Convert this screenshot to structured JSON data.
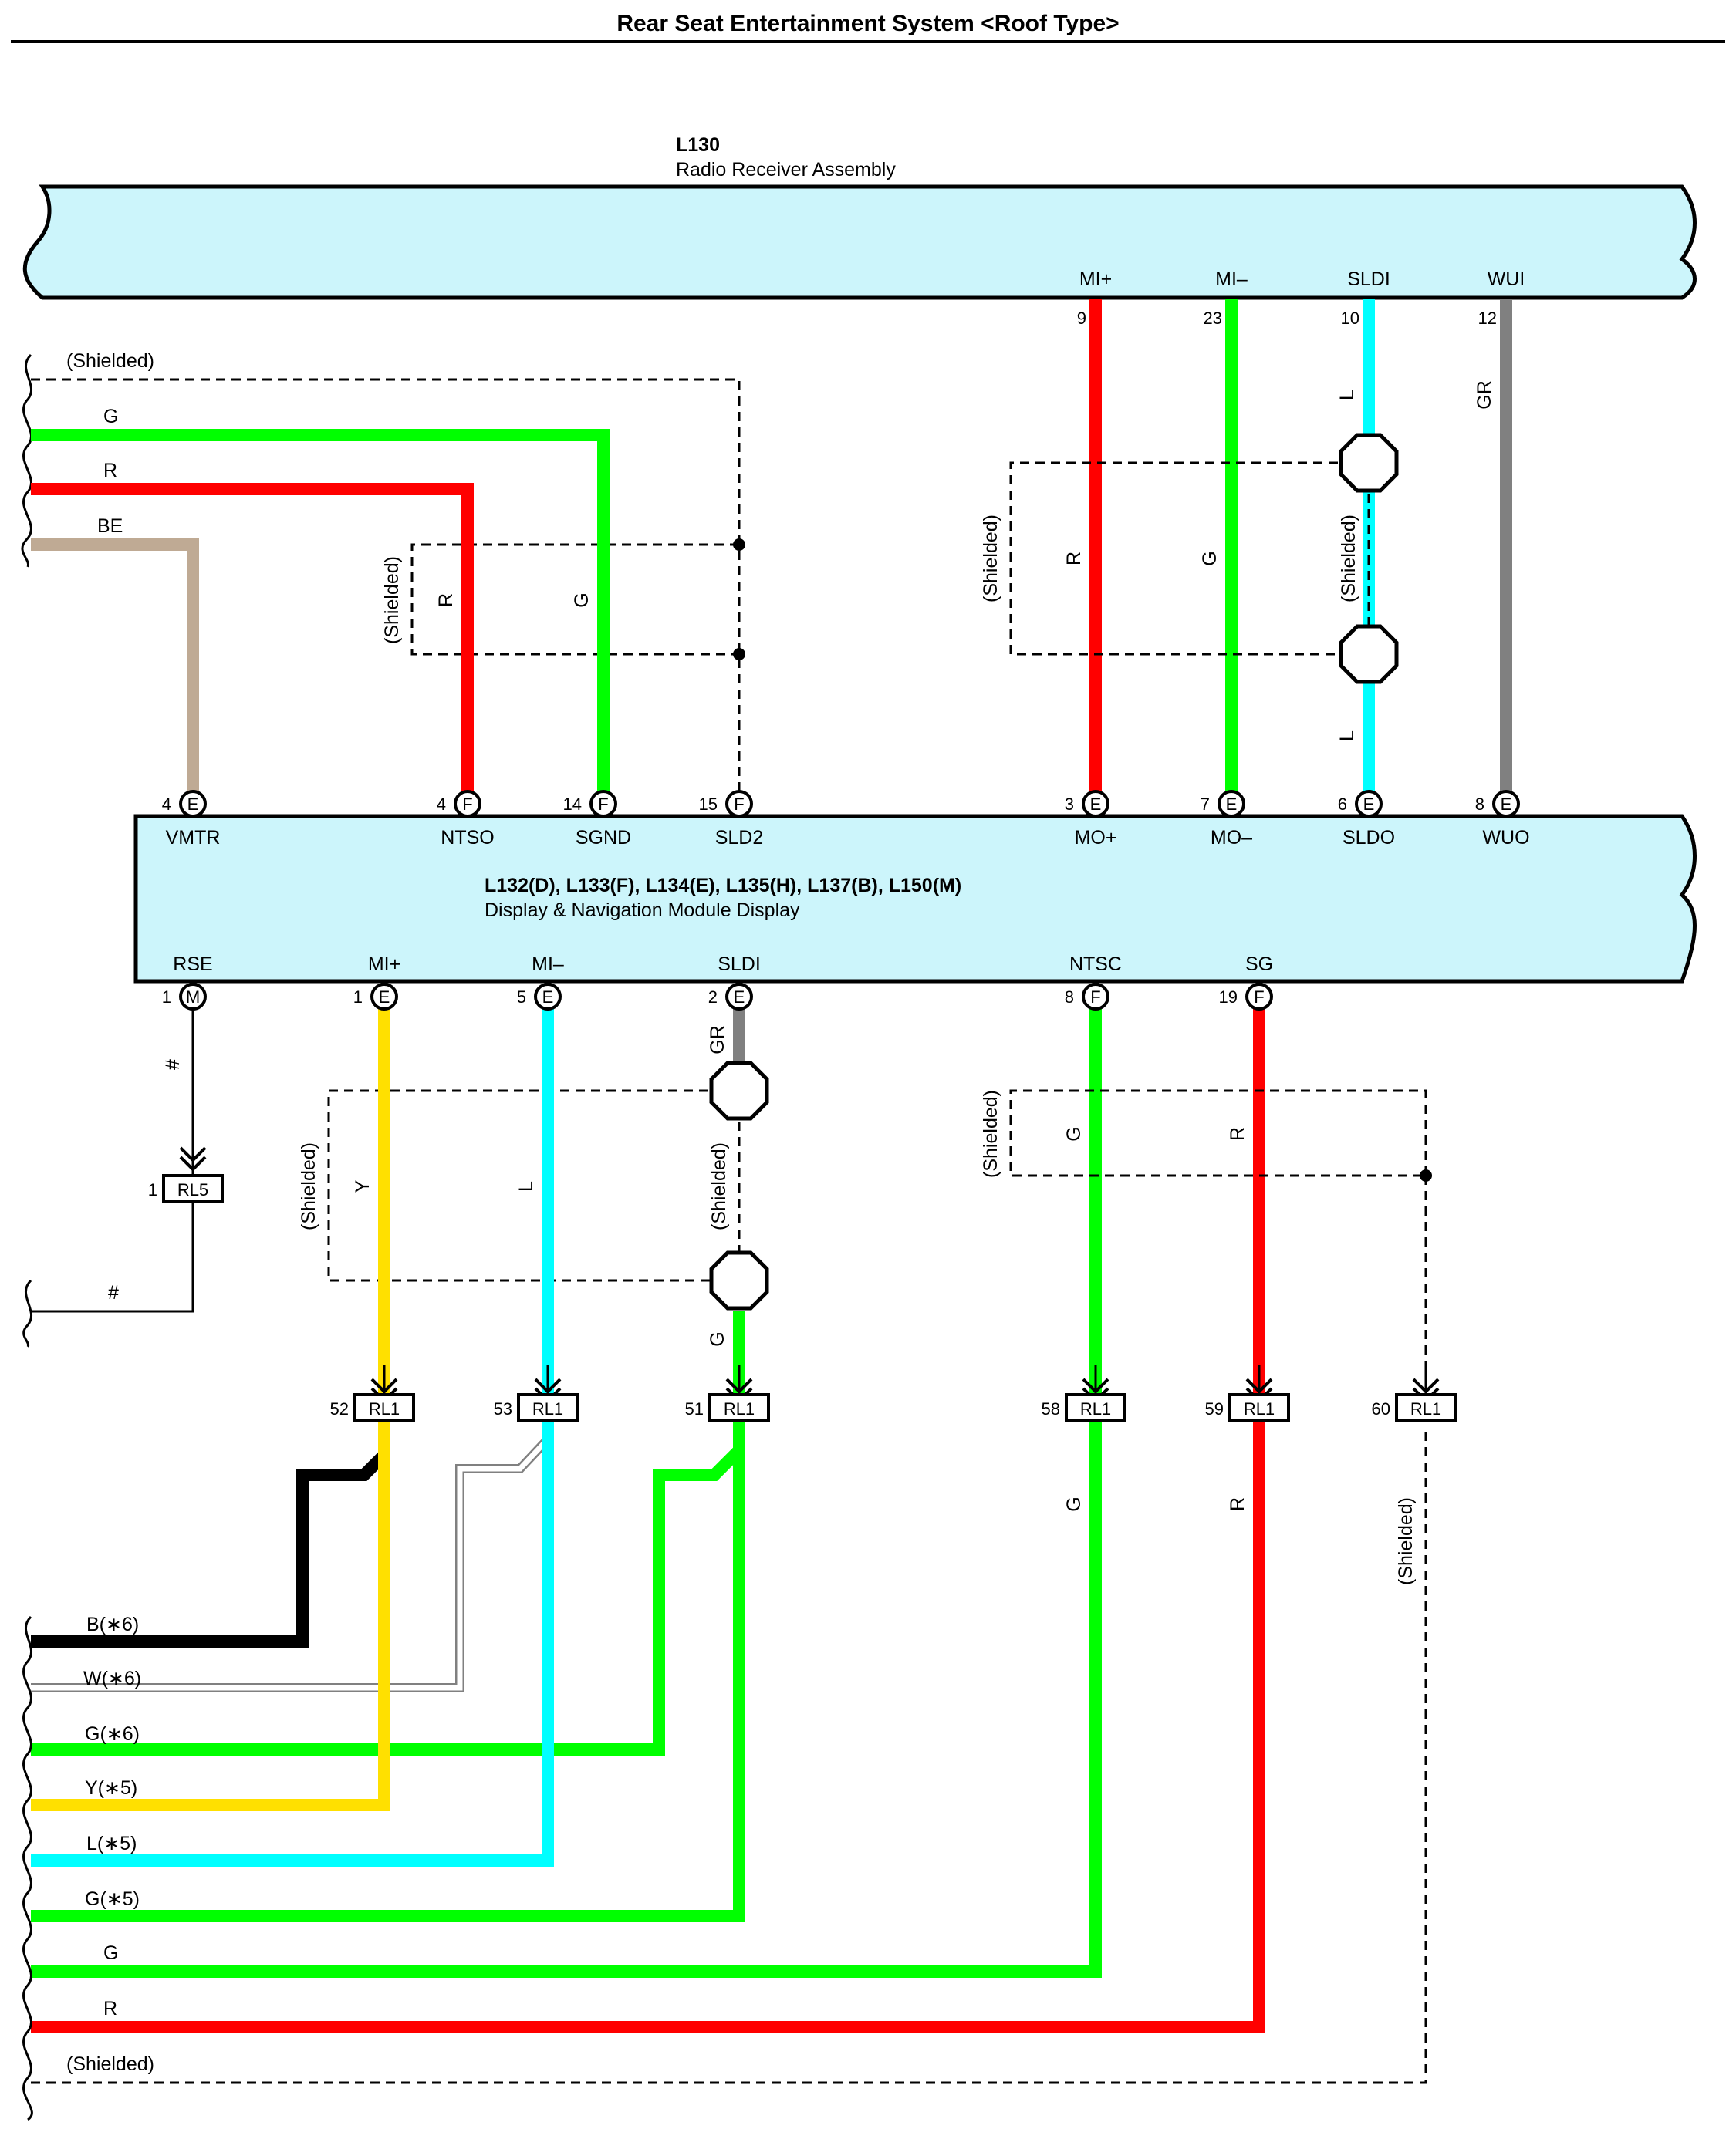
{
  "title": "Rear Seat Entertainment System <Roof Type>",
  "upper_unit": {
    "code": "L130",
    "name": "Radio Receiver Assembly"
  },
  "lower_unit": {
    "code": "L132(D), L133(F), L134(E), L135(H), L137(B), L150(M)",
    "name": "Display & Navigation Module Display"
  },
  "upper_terminals": [
    {
      "label": "MI+",
      "pin": "9",
      "wire": "R"
    },
    {
      "label": "MI–",
      "pin": "23",
      "wire": "G"
    },
    {
      "label": "SLDI",
      "pin": "10",
      "wire": "L"
    },
    {
      "label": "WUI",
      "pin": "12",
      "wire": "GR"
    }
  ],
  "lower_top_terminals": [
    {
      "label": "VMTR",
      "pin": "4",
      "conn": "E"
    },
    {
      "label": "NTSO",
      "pin": "4",
      "conn": "F"
    },
    {
      "label": "SGND",
      "pin": "14",
      "conn": "F"
    },
    {
      "label": "SLD2",
      "pin": "15",
      "conn": "F"
    },
    {
      "label": "MO+",
      "pin": "3",
      "conn": "E"
    },
    {
      "label": "MO–",
      "pin": "7",
      "conn": "E"
    },
    {
      "label": "SLDO",
      "pin": "6",
      "conn": "E"
    },
    {
      "label": "WUO",
      "pin": "8",
      "conn": "E"
    }
  ],
  "lower_bottom_terminals": [
    {
      "label": "RSE",
      "pin": "1",
      "conn": "M"
    },
    {
      "label": "MI+",
      "pin": "1",
      "conn": "E"
    },
    {
      "label": "MI–",
      "pin": "5",
      "conn": "E"
    },
    {
      "label": "SLDI",
      "pin": "2",
      "conn": "E"
    },
    {
      "label": "NTSC",
      "pin": "8",
      "conn": "F"
    },
    {
      "label": "SG",
      "pin": "19",
      "conn": "F"
    }
  ],
  "left_top_wires": [
    {
      "label": "(Shielded)"
    },
    {
      "label": "G"
    },
    {
      "label": "R"
    },
    {
      "label": "BE"
    }
  ],
  "left_bottom_wires": [
    {
      "label": "B(∗6)"
    },
    {
      "label": "W(∗6)"
    },
    {
      "label": "G(∗6)"
    },
    {
      "label": "Y(∗5)"
    },
    {
      "label": "L(∗5)"
    },
    {
      "label": "G(∗5)"
    },
    {
      "label": "G"
    },
    {
      "label": "R"
    },
    {
      "label": "(Shielded)"
    }
  ],
  "shielded_text": "(Shielded)",
  "hash_mark": "#",
  "rl5": {
    "pin": "1",
    "name": "RL5"
  },
  "rl1": [
    {
      "pin": "52",
      "name": "RL1"
    },
    {
      "pin": "53",
      "name": "RL1"
    },
    {
      "pin": "51",
      "name": "RL1"
    },
    {
      "pin": "58",
      "name": "RL1"
    },
    {
      "pin": "59",
      "name": "RL1"
    },
    {
      "pin": "60",
      "name": "RL1"
    }
  ],
  "wire_color_labels": {
    "ntso_r": "R",
    "sgnd_g": "G",
    "mo_r": "R",
    "mo_g": "G",
    "sldo_l_top": "L",
    "sldo_l_bottom": "L",
    "mi_y": "Y",
    "mi_l": "L",
    "sldi_gr": "GR",
    "sldi_g": "G",
    "ntsc_g_top": "G",
    "sg_r_top": "R",
    "ntsc_g_bottom": "G",
    "sg_r_bottom": "R"
  },
  "colors": {
    "background_box": "#ccf5fb",
    "red": "#ff0000",
    "green": "#00ff00",
    "cyan": "#00ffff",
    "gray": "#808080",
    "beige": "#bfaa94",
    "yellow": "#ffe000",
    "black": "#000000"
  }
}
